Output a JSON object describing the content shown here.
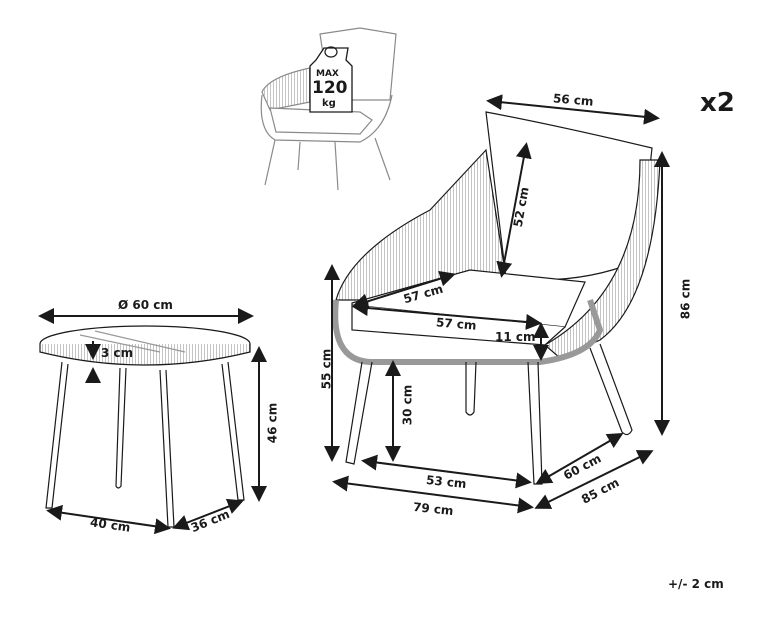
{
  "quantity": "x2",
  "tolerance": "+/- 2 cm",
  "max_load": {
    "label_top": "MAX",
    "value": "120",
    "unit": "kg"
  },
  "table": {
    "diameter": "Ø 60 cm",
    "top_thickness": "3 cm",
    "height": "46 cm",
    "leg_span_front": "40 cm",
    "leg_span_side": "36 cm"
  },
  "chair": {
    "cushion_width": "56 cm",
    "cushion_height": "52 cm",
    "seat_depth": "57 cm",
    "seat_width": "57 cm",
    "seat_cushion_thickness": "11 cm",
    "total_height": "86 cm",
    "arm_height": "55 cm",
    "seat_clearance": "30 cm",
    "leg_span_front": "53 cm",
    "leg_span_side": "60 cm",
    "overall_width": "79 cm",
    "overall_depth": "85 cm"
  },
  "colors": {
    "line": "#1a1a1a",
    "rattan": "#9a9a9a",
    "thumb": "#8a8a8a"
  }
}
